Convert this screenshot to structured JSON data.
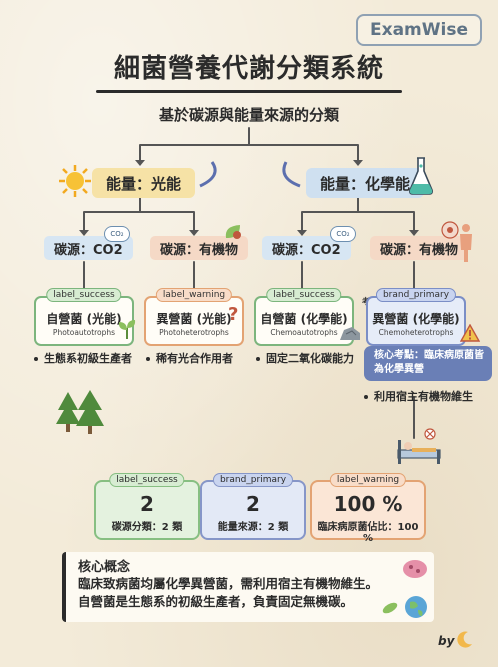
{
  "brand": "ExamWise",
  "title": "細菌營養代謝分類系統",
  "subtitle": "基於碳源與能量來源的分類",
  "energy": {
    "light": "能量：光能",
    "chem": "能量：化學能"
  },
  "carbon": {
    "co2": "碳源：CO2",
    "organic": "碳源：有機物",
    "co2_badge": "CO₂"
  },
  "cards": [
    {
      "tag": "label_success",
      "name": "自營菌 (光能)",
      "en": "Photoautotrophs"
    },
    {
      "tag": "label_warning",
      "name": "異營菌 (光能)",
      "en": "Photoheterotrophs"
    },
    {
      "tag": "label_success",
      "name": "自營菌 (化學能)",
      "en": "Chemoautotrophs"
    },
    {
      "tag": "brand_primary",
      "name": "異營菌 (化學能)",
      "en": "Chemoheterotrophs"
    }
  ],
  "kaodian": "考點",
  "notes": {
    "n1": "生態系初級生產者",
    "n2": "稀有光合作用者",
    "n3": "固定二氧化碳能力",
    "callout": "核心考點：臨床病原菌皆為化學異營",
    "n4": "利用宿主有機物維生"
  },
  "stats": [
    {
      "tag": "label_success",
      "value": "2",
      "desc": "碳源分類：2 類"
    },
    {
      "tag": "brand_primary",
      "value": "2",
      "desc": "能量來源：2 類"
    },
    {
      "tag": "label_warning",
      "value": "100 %",
      "desc": "臨床病原菌佔比：100 %"
    }
  ],
  "core": {
    "heading": "核心概念",
    "line1": "臨床致病菌均屬化學異營菌，需利用宿主有機物維生。",
    "line2": "自營菌是生態系的初級生產者，負責固定無機碳。"
  },
  "by": "by",
  "colors": {
    "light": "#f6e2a6",
    "chem": "#cfe0f0",
    "success": "#7cb57d",
    "warning": "#e3a373",
    "primary": "#7b8ec6"
  }
}
